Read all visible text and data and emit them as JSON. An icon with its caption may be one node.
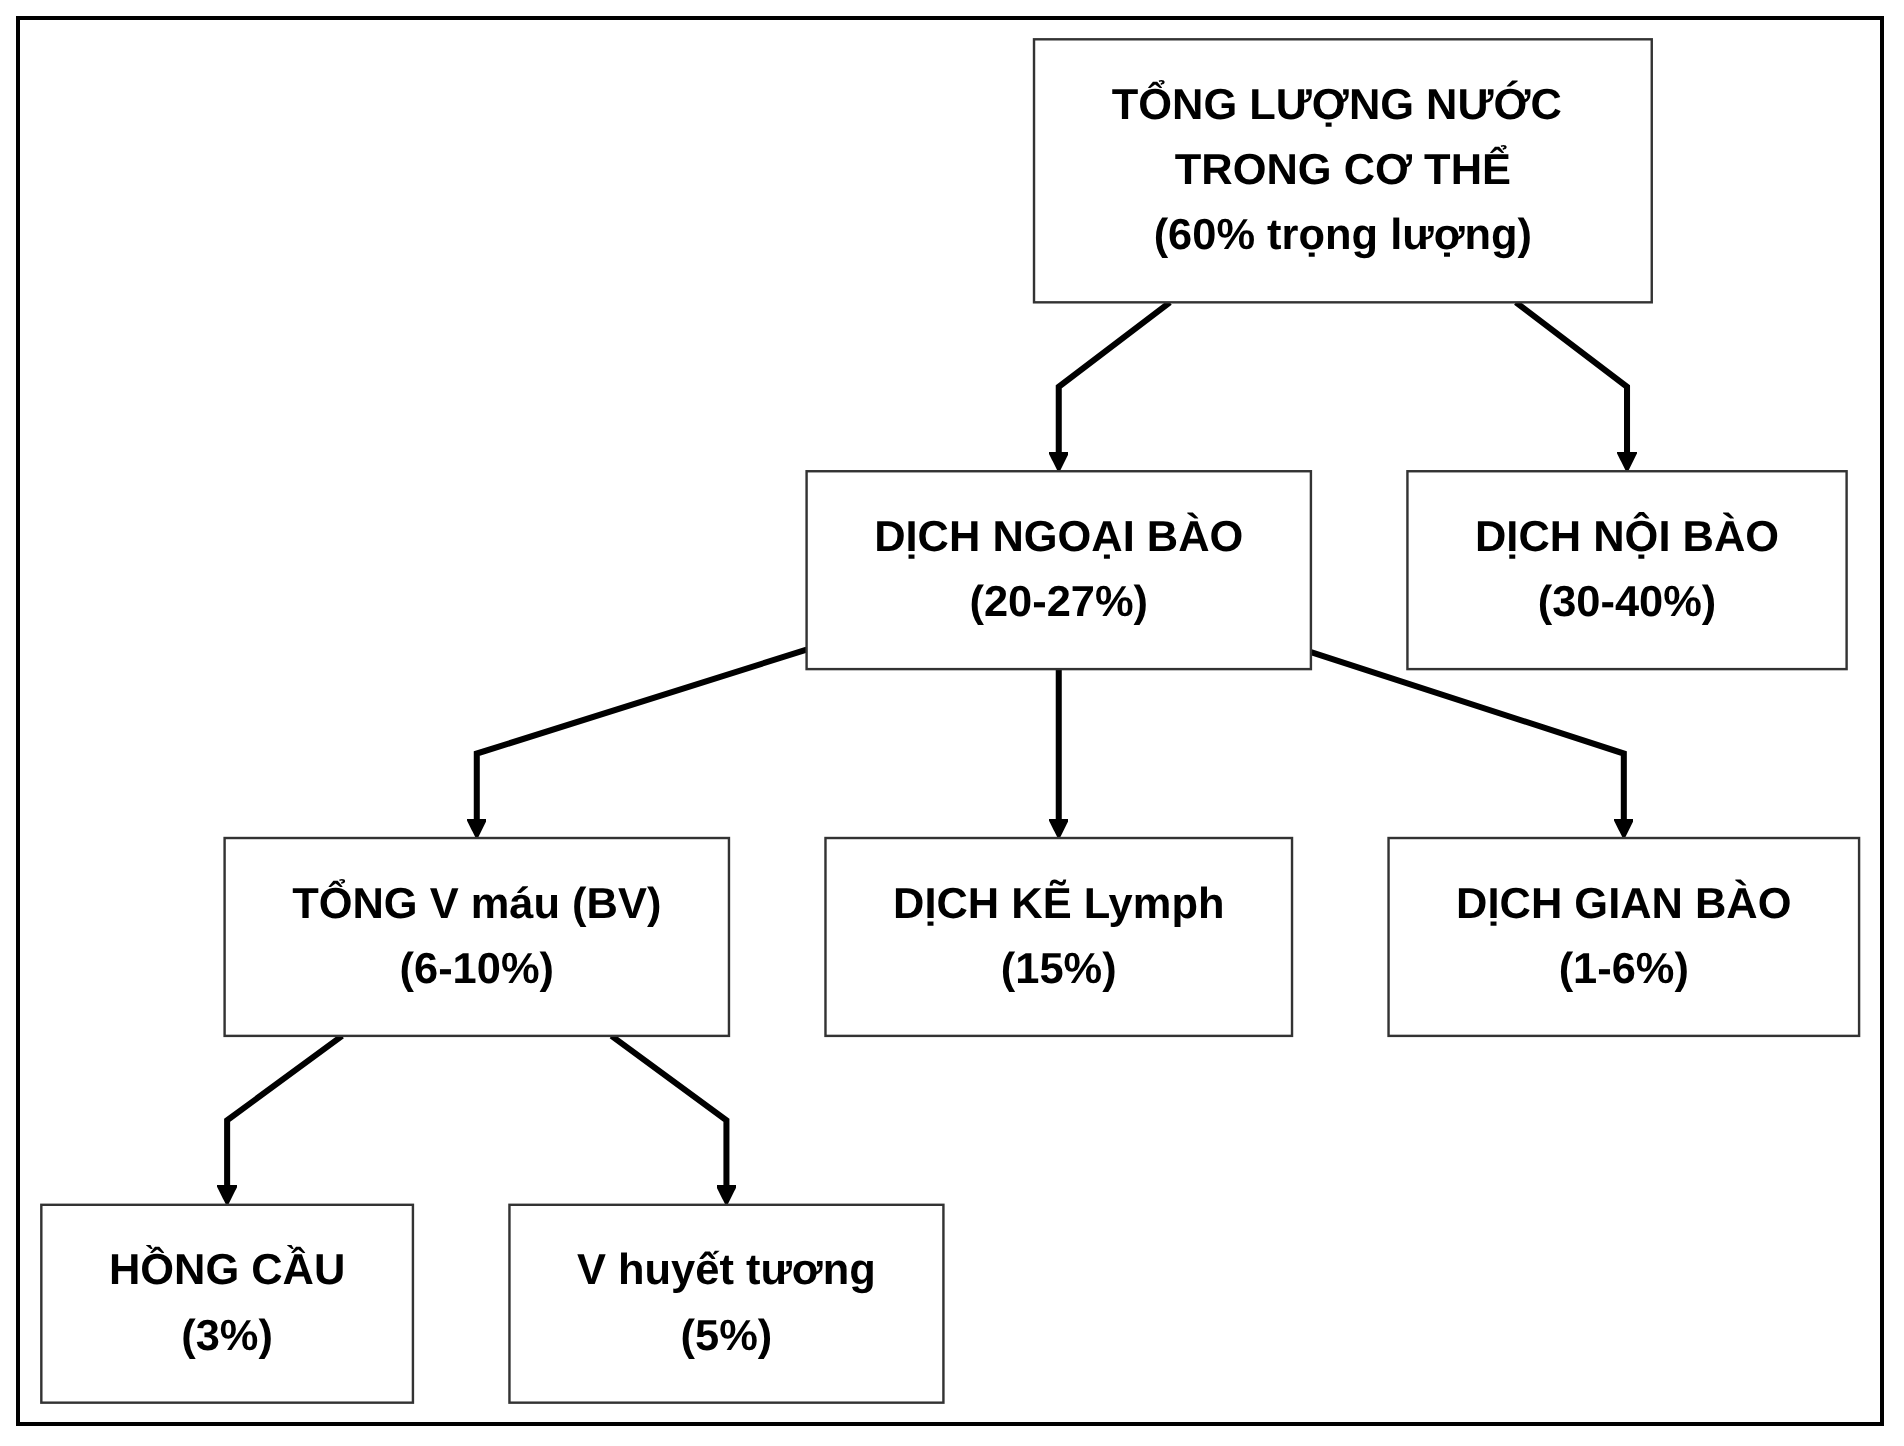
{
  "diagram": {
    "nodes": [
      {
        "text": [
          "TỔNG LƯỢNG NƯỚC TRONG CƠ THỂ",
          "(60% trọng lượng)"
        ]
      },
      {
        "text": [
          "DỊCH NGOẠI BÀO",
          "(20-27%)"
        ]
      },
      {
        "text": [
          "DỊCH NỘI BÀO",
          "(30-40%)"
        ]
      },
      {
        "text": [
          "TỔNG V máu (BV)",
          "(6-10%)"
        ]
      },
      {
        "text": [
          "DỊCH KẼ Lymph",
          "(15%)"
        ]
      },
      {
        "text": [
          "DỊCH GIAN BÀO",
          "(1-6%)"
        ]
      },
      {
        "text": [
          "HỒNG CẦU",
          "(3%)"
        ]
      },
      {
        "text": [
          "V huyết tương",
          "(5%)"
        ]
      }
    ],
    "edges": [
      {
        "from": 0,
        "to": 1,
        "arrow": "to"
      },
      {
        "from": 0,
        "to": 2,
        "arrow": "to"
      },
      {
        "from": 1,
        "to": 3,
        "arrow": "to"
      },
      {
        "from": 1,
        "to": 4,
        "arrow": "to"
      },
      {
        "from": 1,
        "to": 5,
        "arrow": "to"
      },
      {
        "from": 3,
        "to": 6,
        "arrow": "to"
      },
      {
        "from": 3,
        "to": 7,
        "arrow": "to"
      }
    ]
  }
}
